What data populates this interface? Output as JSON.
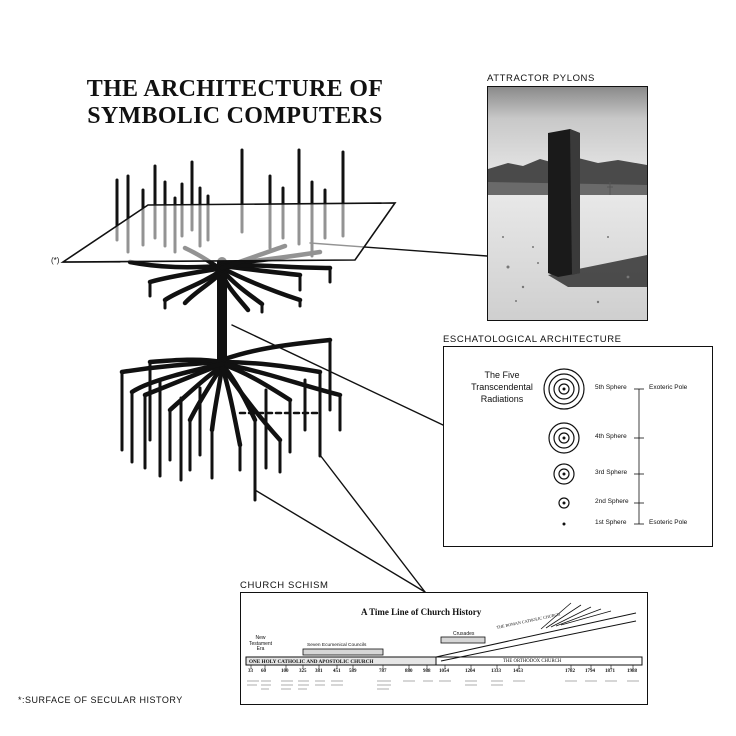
{
  "title": {
    "line1": "THE ARCHITECTURE OF",
    "line2": "SYMBOLIC COMPUTERS"
  },
  "marker": "(*)",
  "footnote": "*:SURFACE OF SECULAR HISTORY",
  "panels": {
    "attractor": {
      "label": "ATTRACTOR PYLONS"
    },
    "eschatological": {
      "label": "ESCHATOLOGICAL ARCHITECTURE",
      "heading": [
        "The Five",
        "Transcendental",
        "Radiations"
      ],
      "spheres": [
        {
          "label": "5th Sphere",
          "pole": "Exoteric Pole",
          "rings": 4
        },
        {
          "label": "4th Sphere",
          "pole": "",
          "rings": 3
        },
        {
          "label": "3rd Sphere",
          "pole": "",
          "rings": 2
        },
        {
          "label": "2nd Sphere",
          "pole": "",
          "rings": 1
        },
        {
          "label": "1st Sphere",
          "pole": "Esoteric Pole",
          "rings": 0
        }
      ]
    },
    "church": {
      "label": "CHURCH SCHISM",
      "chart_title": "A Time Line of Church History",
      "era_new_testament": [
        "New",
        "Testament",
        "Era"
      ],
      "councils": "Seven Ecumenical Councils",
      "crusades": "Crusades",
      "one_holy": "ONE HOLY CATHOLIC AND APOSTOLIC CHURCH",
      "orthodox": "THE ORTHODOX CHURCH",
      "roman": "THE ROMAN CATHOLIC CHURCH",
      "years": [
        "33",
        "60",
        "100",
        "325",
        "381",
        "451",
        "589",
        "787",
        "880",
        "988",
        "1054",
        "1204",
        "1333",
        "1453",
        "1782",
        "1794",
        "1871",
        "1988"
      ]
    }
  }
}
